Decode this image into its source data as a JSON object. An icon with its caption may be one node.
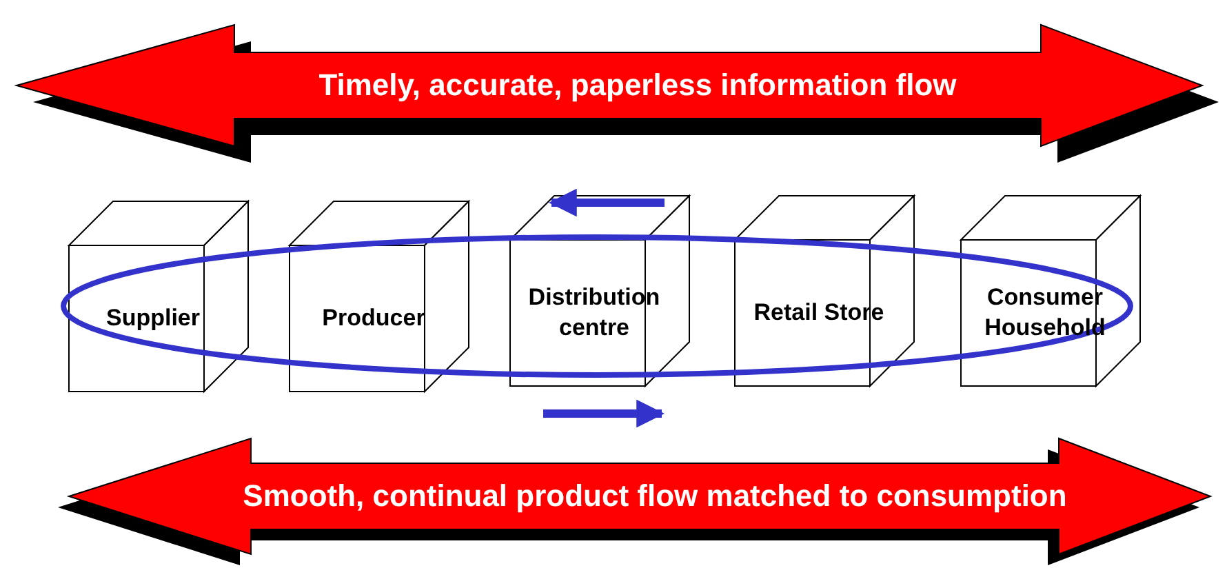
{
  "diagram": {
    "nodes": [
      {
        "text": [
          "Timely, accurate, paperless information flow"
        ]
      },
      {
        "text": [
          "Supplier"
        ]
      },
      {
        "text": [
          "Producer"
        ]
      },
      {
        "text": [
          "Distribution centre"
        ]
      },
      {
        "text": [
          "Retail Store"
        ]
      },
      {
        "text": [
          "Consumer Household"
        ]
      },
      {
        "text": [
          "Smooth, continual product flow matched to consumption"
        ]
      }
    ]
  }
}
